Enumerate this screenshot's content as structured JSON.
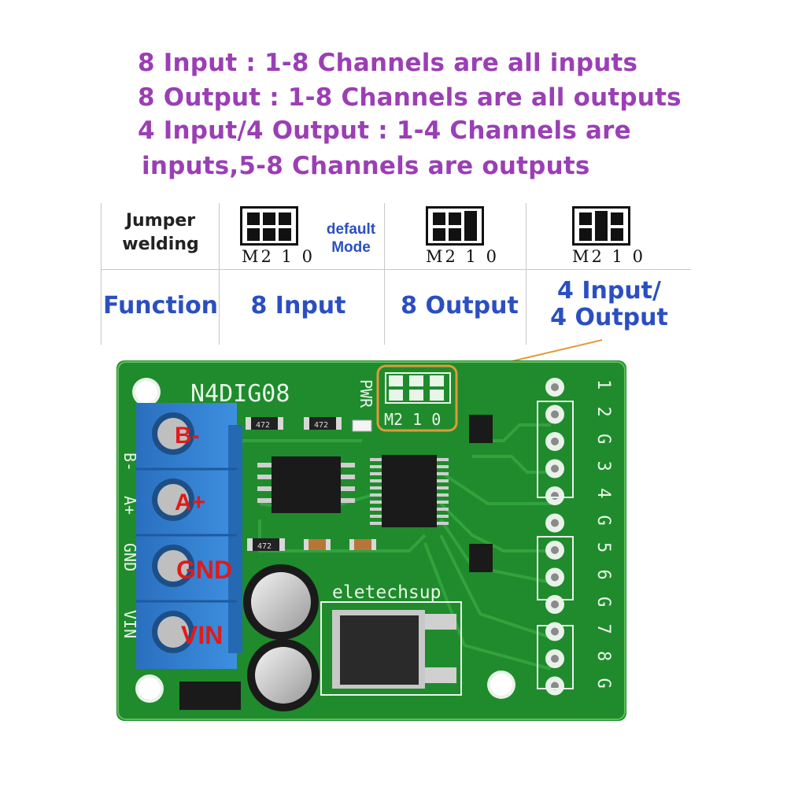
{
  "header": {
    "line1": "8 Input   : 1-8 Channels  are all inputs",
    "line2": "8 Output : 1-8 Channels are all outputs",
    "line3": "4 Input/4 Output : 1-4 Channels are",
    "line4": "inputs,5-8 Channels are outputs"
  },
  "table": {
    "row1_label_line1": "Jumper",
    "row1_label_line2": "welding",
    "row2_label": "Function",
    "jumper_label": "M2 1 0",
    "default_line1": "default",
    "default_line2": "Mode",
    "col1_function": "8 Input",
    "col2_function": "8 Output",
    "col3_function_line1": "4 Input/",
    "col3_function_line2": "4 Output"
  },
  "board": {
    "model": "N4DIG08",
    "pwr_label": "PWR",
    "jumper_silk": "M2 1  0",
    "brand": "eletechsup",
    "terminals": [
      "B-",
      "A+",
      "GND",
      "VIN"
    ],
    "left_silk": [
      "B-",
      "A+",
      "GND",
      "VIN"
    ],
    "right_silk": [
      "1",
      "2",
      "G",
      "3",
      "4",
      "G",
      "5",
      "6",
      "G",
      "7",
      "8",
      "G"
    ],
    "resistor_code": "472",
    "colors": {
      "pcb": "#1e8a2a",
      "terminal_block": "#2f7fd0",
      "highlight": "#e09a3a"
    }
  }
}
